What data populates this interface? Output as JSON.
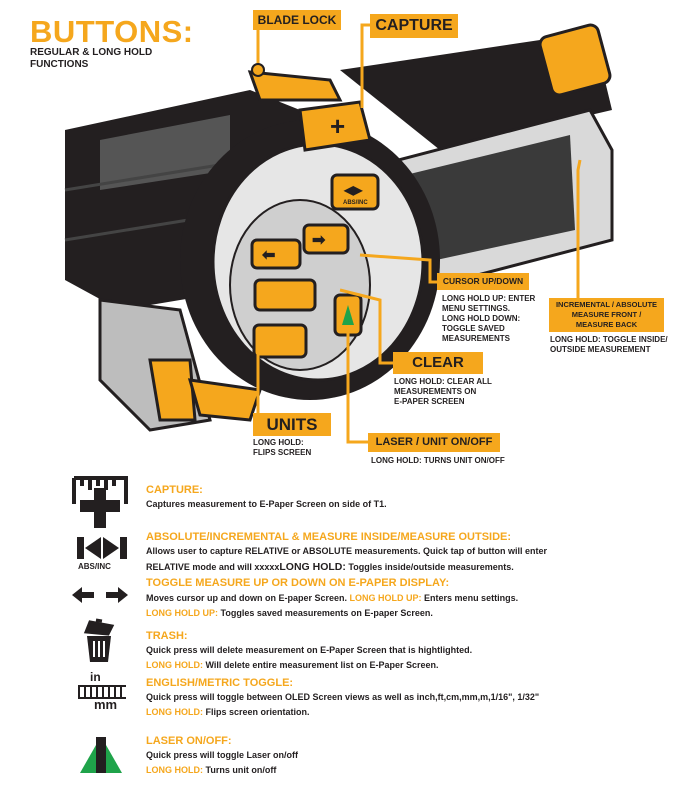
{
  "header": {
    "title": "BUTTONS:",
    "subtitle": "REGULAR & LONG HOLD FUNCTIONS"
  },
  "callouts": {
    "blade_lock": {
      "label": "BLADE LOCK"
    },
    "capture": {
      "label": "CAPTURE"
    },
    "cursor": {
      "label": "CURSOR UP/DOWN",
      "desc": [
        "LONG HOLD UP: ENTER",
        "MENU SETTINGS.",
        "LONG HOLD DOWN:",
        "TOGGLE SAVED",
        "MEASUREMENTS"
      ]
    },
    "incremental": {
      "label": [
        "INCREMENTAL / ABSOLUTE",
        "MEASURE FRONT /",
        "MEASURE BACK"
      ],
      "desc": [
        "LONG HOLD: TOGGLE INSIDE/",
        "OUTSIDE MEASUREMENT"
      ]
    },
    "clear": {
      "label": "CLEAR",
      "desc": [
        "LONG HOLD: CLEAR ALL",
        "MEASUREMENTS ON",
        "E-PAPER SCREEN"
      ]
    },
    "units": {
      "label": "UNITS",
      "desc": [
        "LONG HOLD:",
        "FLIPS SCREEN"
      ]
    },
    "laser": {
      "label": "LASER / UNIT ON/OFF",
      "desc": "LONG HOLD: TURNS UNIT ON/OFF"
    }
  },
  "device_icons": {
    "abs_inc": "ABS/INC"
  },
  "legend": [
    {
      "icon": "capture-icon",
      "title": "CAPTURE:",
      "lines": [
        {
          "text": "Captures measurement to E-Paper Screen on side of T1."
        }
      ]
    },
    {
      "icon": "abs-inc-icon",
      "icon_label": "ABS/INC",
      "title": "ABSOLUTE/INCREMENTAL & MEASURE INSIDE/MEASURE OUTSIDE:",
      "lines": [
        {
          "text": "Allows user to capture RELATIVE or ABSOLUTE measurements. Quick tap of button will enter"
        },
        {
          "text": "RELATIVE mode and will xxxxx",
          "strong": "LONG HOLD:",
          "rest": " Toggles inside/outside measurements."
        }
      ]
    },
    {
      "icon": "arrows-icon",
      "title": "TOGGLE MEASURE UP OR DOWN ON E-PAPER DISPLAY:",
      "lines": [
        {
          "text": "Moves cursor up and down on E-paper Screen. ",
          "hl": "LONG HOLD UP:",
          "rest": " Enters menu settings."
        },
        {
          "hl": "LONG HOLD UP:",
          "rest": " Toggles saved measurements on E-paper Screen."
        }
      ]
    },
    {
      "icon": "trash-icon",
      "title": "TRASH:",
      "lines": [
        {
          "text": "Quick press will delete measurement on E-Paper Screen that is hightlighted."
        },
        {
          "hl": "LONG HOLD:",
          "rest": " Will delete entire measurement list on E-Paper Screen."
        }
      ]
    },
    {
      "icon": "units-icon",
      "icon_top": "in",
      "icon_bottom": "mm",
      "title": "ENGLISH/METRIC TOGGLE:",
      "lines": [
        {
          "text": "Quick press will toggle between OLED Screen views as well as inch,ft,cm,mm,m,1/16\", 1/32\""
        },
        {
          "hl": "LONG HOLD:",
          "rest": " Flips screen orientation."
        }
      ]
    },
    {
      "icon": "laser-icon",
      "title": "LASER ON/OFF:",
      "lines": [
        {
          "text": "Quick press will toggle Laser on/off"
        },
        {
          "hl": "LONG HOLD:",
          "rest": " Turns unit on/off"
        }
      ]
    }
  ],
  "colors": {
    "accent": "#f5a71d",
    "dark": "#231f20",
    "green": "#1fa34a"
  }
}
